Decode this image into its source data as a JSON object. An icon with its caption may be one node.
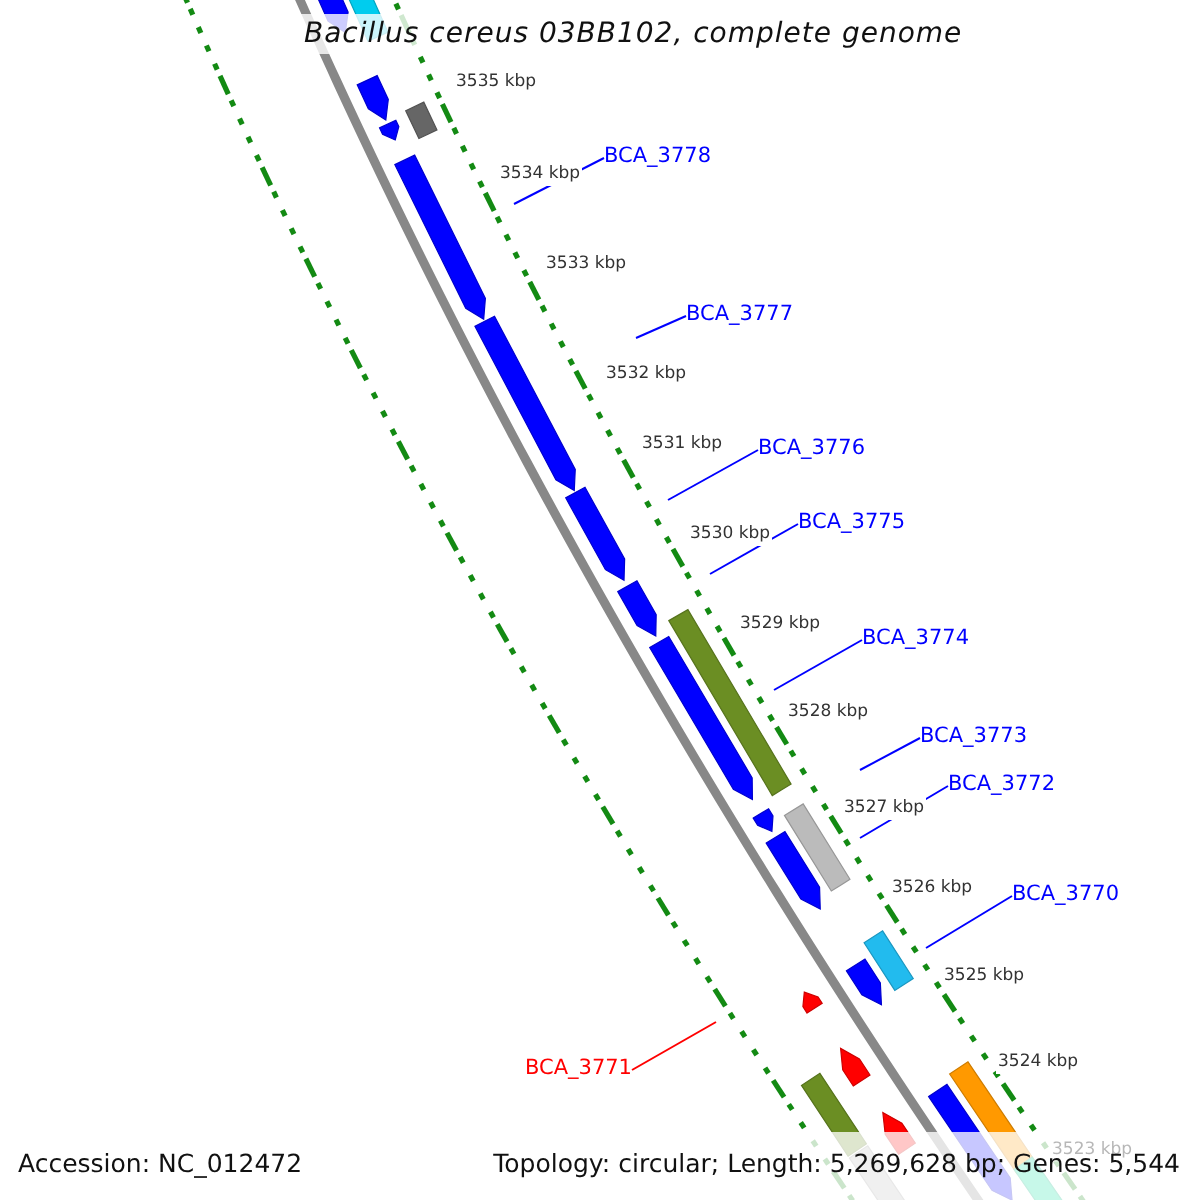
{
  "diagram": {
    "title": "Bacillus cereus 03BB102, complete genome",
    "nodes": [
      {
        "text": [
          "BCA_3778"
        ]
      },
      {
        "text": [
          "BCA_3777"
        ]
      },
      {
        "text": [
          "BCA_3776"
        ]
      },
      {
        "text": [
          "BCA_3775"
        ]
      },
      {
        "text": [
          "BCA_3774"
        ]
      },
      {
        "text": [
          "BCA_3773"
        ]
      },
      {
        "text": [
          "BCA_3772"
        ]
      },
      {
        "text": [
          "BCA_3770"
        ]
      },
      {
        "text": [
          "BCA_3771"
        ]
      }
    ],
    "edges": [
      {
        "from": 0,
        "to": null,
        "arrow": "none"
      },
      {
        "from": 1,
        "to": null,
        "arrow": "none"
      },
      {
        "from": 2,
        "to": null,
        "arrow": "none"
      },
      {
        "from": 3,
        "to": null,
        "arrow": "none"
      },
      {
        "from": 4,
        "to": null,
        "arrow": "none"
      },
      {
        "from": 5,
        "to": null,
        "arrow": "none"
      },
      {
        "from": 6,
        "to": null,
        "arrow": "none"
      },
      {
        "from": 7,
        "to": null,
        "arrow": "none"
      },
      {
        "from": 8,
        "to": null,
        "arrow": "none",
        "color": "#ff0000"
      }
    ],
    "labels": [
      "3535 kbp",
      "3534 kbp",
      "3533 kbp",
      "3532 kbp",
      "3531 kbp",
      "3530 kbp",
      "3529 kbp",
      "3528 kbp",
      "3527 kbp",
      "3526 kbp",
      "3525 kbp",
      "3524 kbp",
      "3523 kbp",
      "Accession: NC_012472",
      "Topology: circular; Length: 5,269,628 bp; Genes: 5,544"
    ]
  }
}
